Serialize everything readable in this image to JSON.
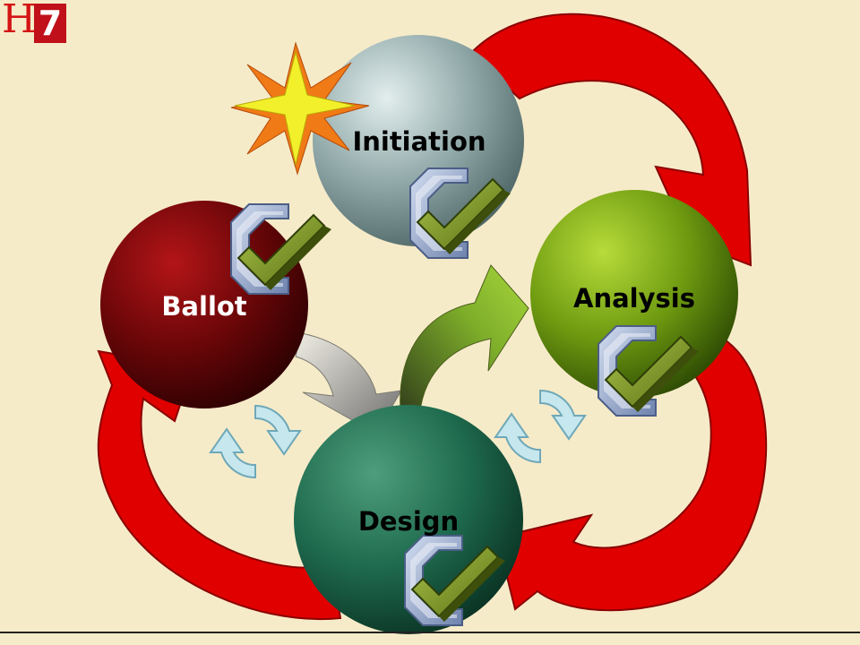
{
  "logo": {
    "hl": "HL",
    "seven": "7"
  },
  "stages": {
    "initiation": {
      "label": "Initiation",
      "color": "#7a9a9a"
    },
    "analysis": {
      "label": "Analysis",
      "color": "#6e9a10"
    },
    "design": {
      "label": "Design",
      "color": "#1e6a4e"
    },
    "ballot": {
      "label": "Ballot",
      "color": "#6a0608"
    }
  },
  "icons": {
    "star": "starburst-icon",
    "check": "checkmark-icon",
    "cycle": "cycle-arrows-icon",
    "arrow": "curved-arrow-icon"
  },
  "colors": {
    "background": "#f6ebc9",
    "outer_arrow": "#e00000",
    "check_frame": "#9fb1d3",
    "check_mark": "#7a9a1e",
    "cycle_icon": "#bfe4ec"
  }
}
